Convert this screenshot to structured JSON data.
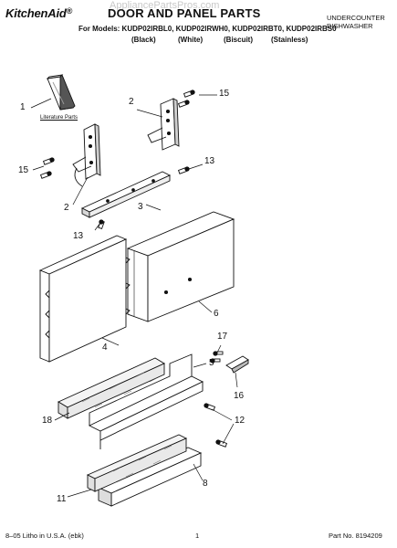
{
  "header": {
    "brand": "KitchenAid",
    "brand_mark": "®",
    "title": "DOOR AND PANEL PARTS",
    "models_line": "For Models: KUDP02IRBL0, KUDP02IRWH0, KUDP02IRBT0, KUDP02IRBS0",
    "colors": [
      "(Black)",
      "(White)",
      "(Biscuit)",
      "(Stainless)"
    ],
    "product_type_line1": "UNDERCOUNTER",
    "product_type_line2": "DISHWASHER",
    "watermark": "AppliancePartsPros.com"
  },
  "diagram": {
    "literature_label": "Literature Parts",
    "callouts": [
      "1",
      "2",
      "15",
      "15",
      "2",
      "13",
      "3",
      "13",
      "6",
      "4",
      "17",
      "5",
      "16",
      "18",
      "12",
      "8",
      "11"
    ]
  },
  "footer": {
    "print_info": "8–05 Litho in U.S.A. (ebk)",
    "page_number": "1",
    "part_number": "Part No. 8194209"
  }
}
